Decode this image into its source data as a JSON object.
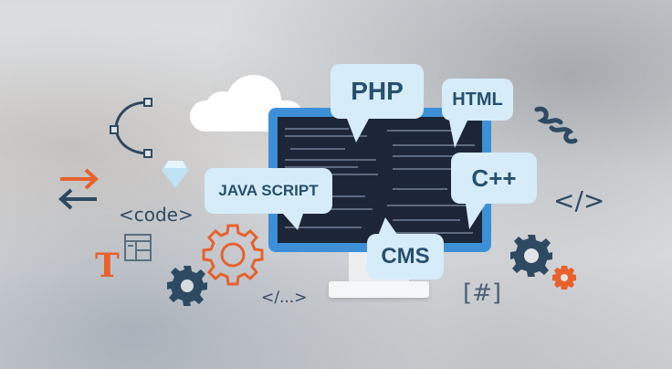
{
  "bubbles": {
    "php": "PHP",
    "html": "HTML",
    "javascript": "JAVA SCRIPT",
    "cpp": "C++",
    "cms": "CMS"
  },
  "symbols": {
    "code_tag": "<code>",
    "close_tag": "</>",
    "ellipsis_tag": "</...>",
    "hash_tag": "[#]",
    "text_tool": "T"
  },
  "colors": {
    "bubble_bg": "#d6edf9",
    "bubble_text": "#27506e",
    "monitor_frame": "#3d8fd8",
    "screen": "#1d2636",
    "accent_orange": "#e8612c",
    "icon_navy": "#2e4a63"
  }
}
